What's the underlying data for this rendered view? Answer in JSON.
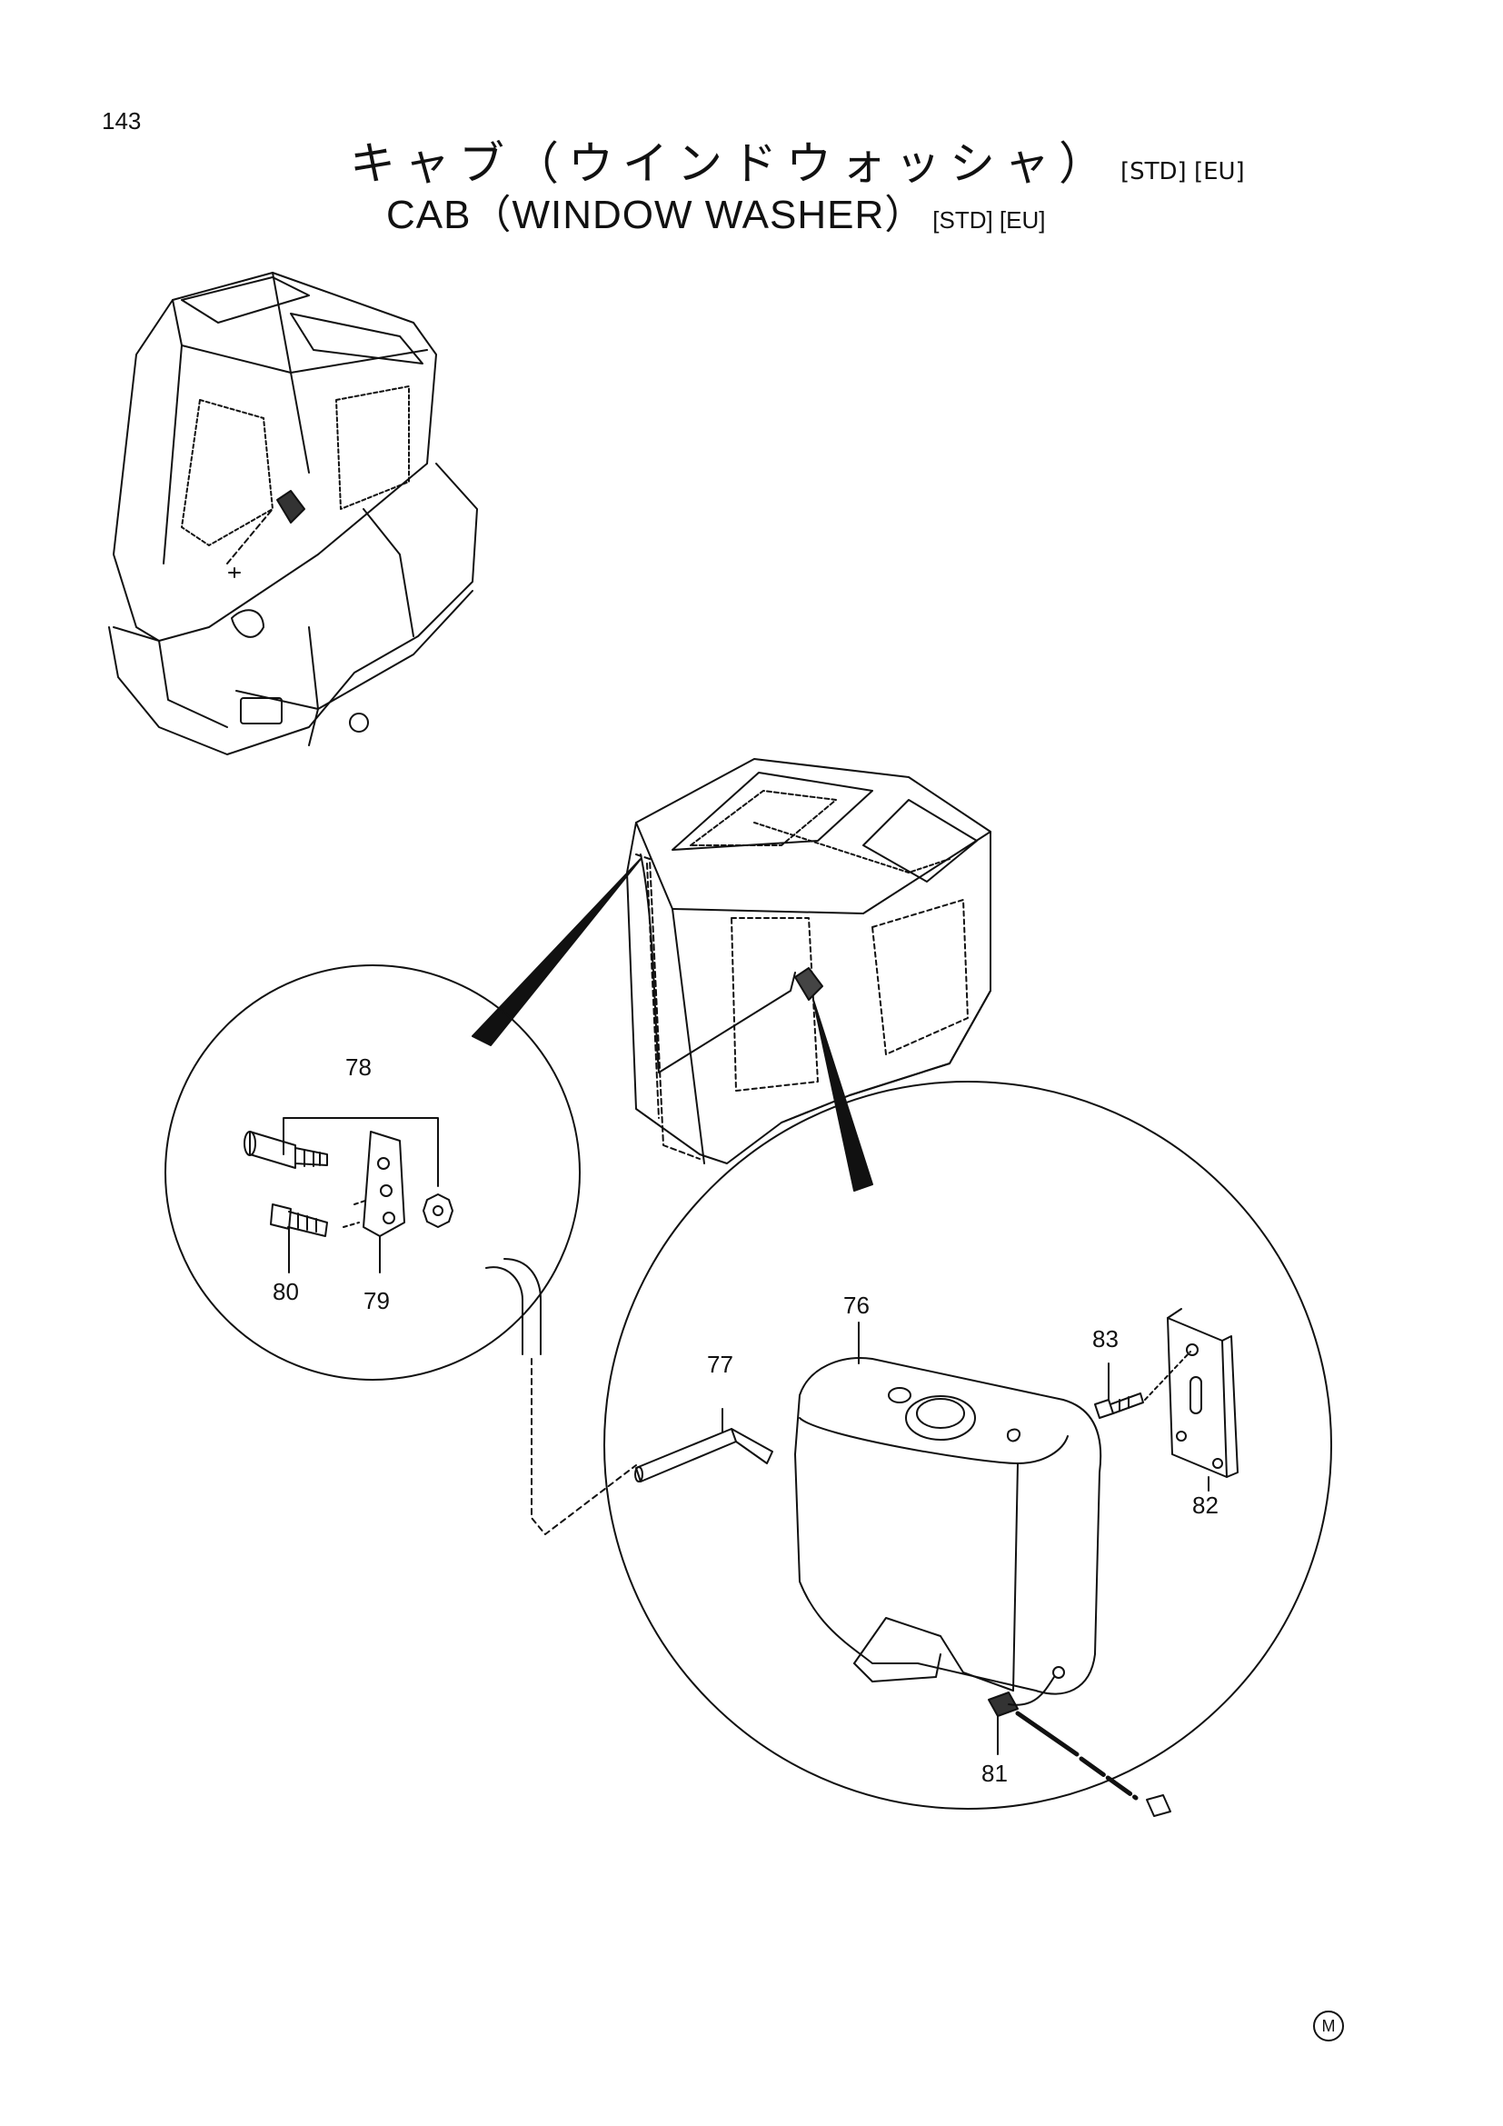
{
  "page": {
    "number": "143"
  },
  "title": {
    "japanese": "キャブ（ウインドウォッシャ）",
    "english": "CAB（WINDOW  WASHER）",
    "tags": "[STD] [EU]"
  },
  "callouts": [
    "76",
    "77",
    "78",
    "79",
    "80",
    "81",
    "82",
    "83"
  ],
  "parts": [
    {
      "ref": "76",
      "icon": "washer-tank-icon"
    },
    {
      "ref": "77",
      "icon": "hose-icon"
    },
    {
      "ref": "78",
      "icon": "nozzle-assembly-icon"
    },
    {
      "ref": "79",
      "icon": "plate-icon"
    },
    {
      "ref": "80",
      "icon": "screw-icon"
    },
    {
      "ref": "81",
      "icon": "harness-connector-icon"
    },
    {
      "ref": "82",
      "icon": "bracket-icon"
    },
    {
      "ref": "83",
      "icon": "bolt-icon"
    }
  ],
  "footer": {
    "mark": "M"
  },
  "colors": {
    "line": "#111111",
    "background": "#ffffff"
  }
}
